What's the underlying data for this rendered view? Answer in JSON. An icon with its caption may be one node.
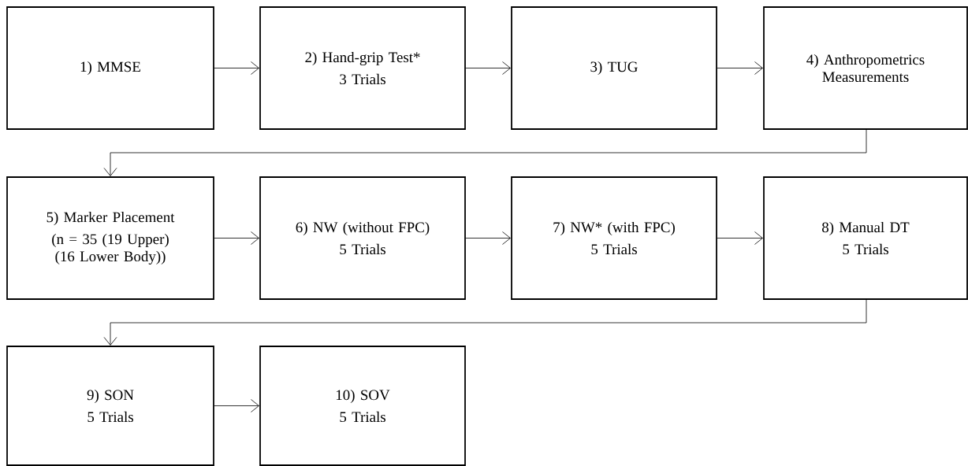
{
  "diagram": {
    "nodes": [
      {
        "text": [
          "1) MMSE"
        ]
      },
      {
        "text": [
          "2) Hand-grip Test*",
          "3 Trials"
        ]
      },
      {
        "text": [
          "3) TUG"
        ]
      },
      {
        "text": [
          "4) Anthropometrics Measurements"
        ]
      },
      {
        "text": [
          "5) Marker Placement",
          "(n = 35 (19 Upper) (16 Lower Body))"
        ]
      },
      {
        "text": [
          "6) NW (without FPC)",
          "5 Trials"
        ]
      },
      {
        "text": [
          "7) NW* (with FPC)",
          "5 Trials"
        ]
      },
      {
        "text": [
          "8) Manual DT",
          "5 Trials"
        ]
      },
      {
        "text": [
          "9) SON",
          "5 Trials"
        ]
      },
      {
        "text": [
          "10) SOV",
          "5 Trials"
        ]
      }
    ],
    "edges": [
      {
        "from": 0,
        "to": 1,
        "arrow": "to"
      },
      {
        "from": 1,
        "to": 2,
        "arrow": "to"
      },
      {
        "from": 2,
        "to": 3,
        "arrow": "to"
      },
      {
        "from": 3,
        "to": 4,
        "arrow": "to"
      },
      {
        "from": 4,
        "to": 5,
        "arrow": "to"
      },
      {
        "from": 5,
        "to": 6,
        "arrow": "to"
      },
      {
        "from": 6,
        "to": 7,
        "arrow": "to"
      },
      {
        "from": 7,
        "to": 8,
        "arrow": "to"
      },
      {
        "from": 8,
        "to": 9,
        "arrow": "to"
      }
    ]
  }
}
